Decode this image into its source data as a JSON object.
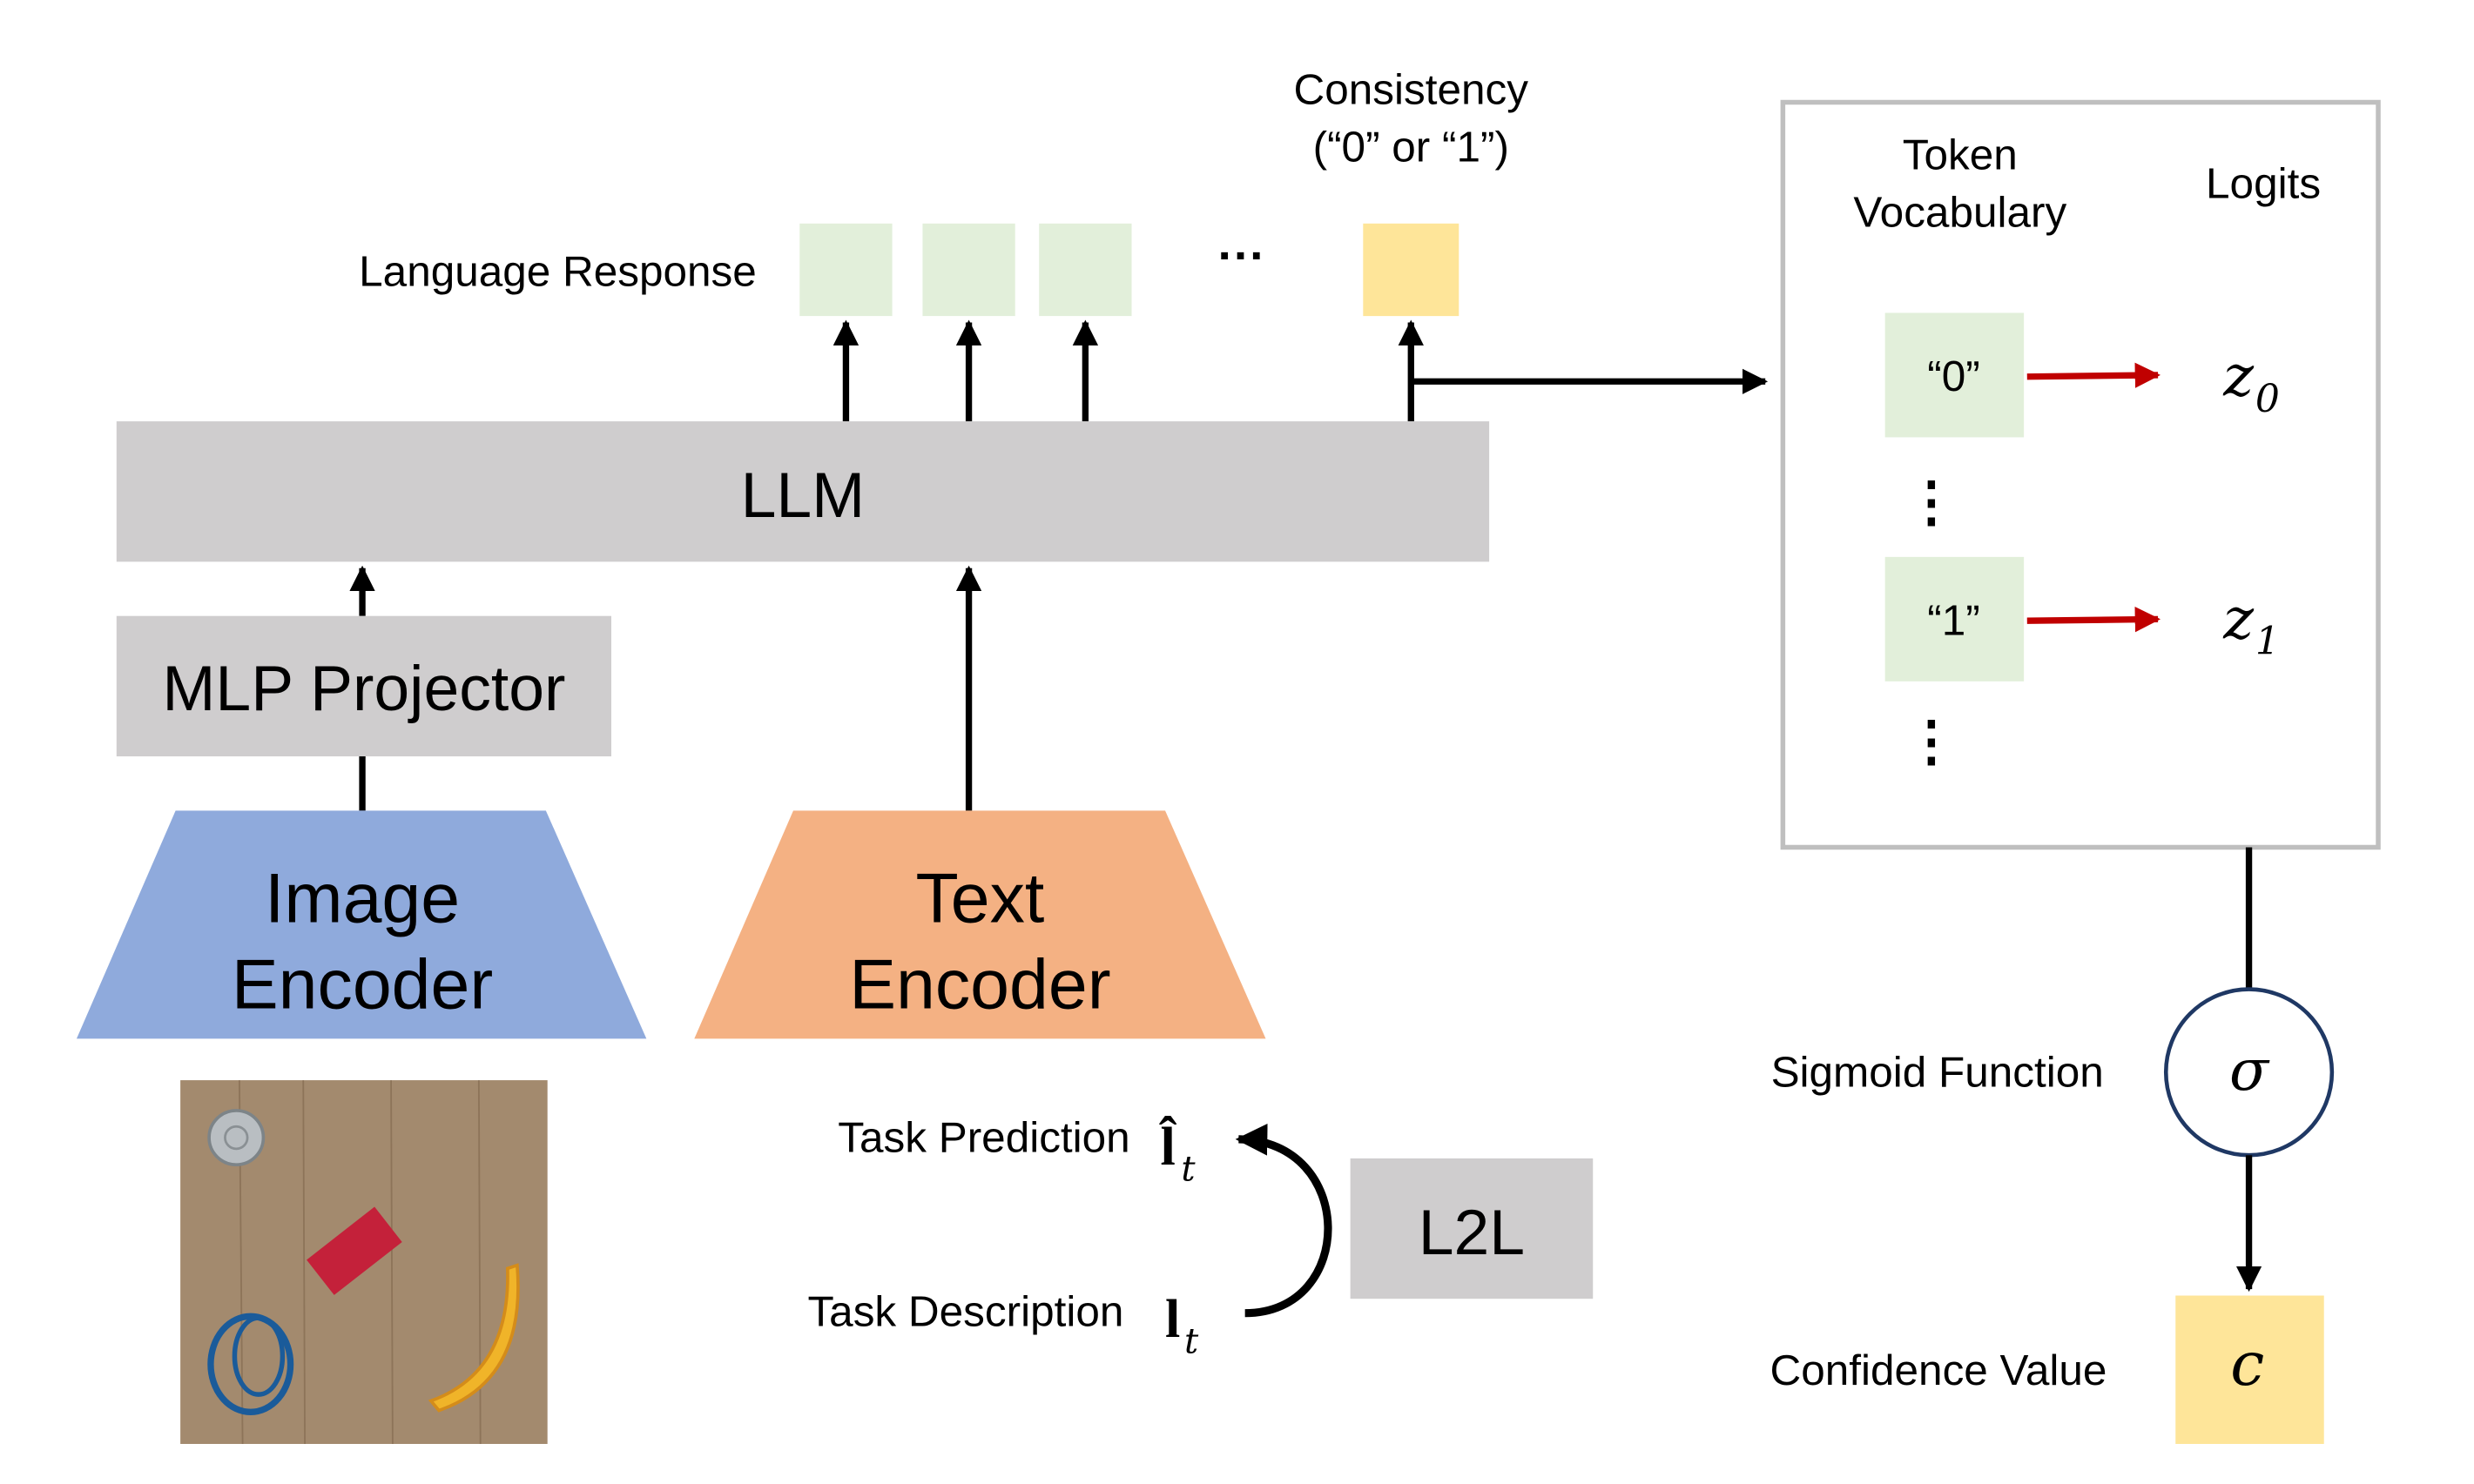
{
  "colors": {
    "gray_block": "#cfcdce",
    "green_token": "#e2efda",
    "yellow_token": "#fee599",
    "image_encoder": "#8faadc",
    "text_encoder": "#f4b183",
    "red_arrow": "#c00000",
    "panel_border": "#bfbfbf",
    "sigmoid_border": "#1f3864"
  },
  "top": {
    "consistency_line1": "Consistency",
    "consistency_line2": "(“0” or “1”)",
    "language_response": "Language Response",
    "ellipsis": "···"
  },
  "blocks": {
    "llm": "LLM",
    "mlp_projector": "MLP Projector",
    "image_encoder_line1": "Image",
    "image_encoder_line2": "Encoder",
    "text_encoder_line1": "Text",
    "text_encoder_line2": "Encoder",
    "l2l": "L2L"
  },
  "tasks": {
    "prediction_label": "Task Prediction",
    "prediction_symbol": "l̂",
    "prediction_sub": "t",
    "description_label": "Task Description",
    "description_symbol": "l",
    "description_sub": "t"
  },
  "vocab_panel": {
    "token_header_line1": "Token",
    "token_header_line2": "Vocabulary",
    "logits_header": "Logits",
    "tokens": [
      {
        "label": "“0”",
        "logit_symbol": "z",
        "logit_sub": "0"
      },
      {
        "label": "“1”",
        "logit_symbol": "z",
        "logit_sub": "1"
      }
    ],
    "vdots": "⋮"
  },
  "output": {
    "sigmoid_label": "Sigmoid Function",
    "sigmoid_symbol": "σ",
    "confidence_label": "Confidence Value",
    "confidence_symbol": "c"
  },
  "scene_image": {
    "description": "tabletop with can, red block, blue cable, banana"
  }
}
